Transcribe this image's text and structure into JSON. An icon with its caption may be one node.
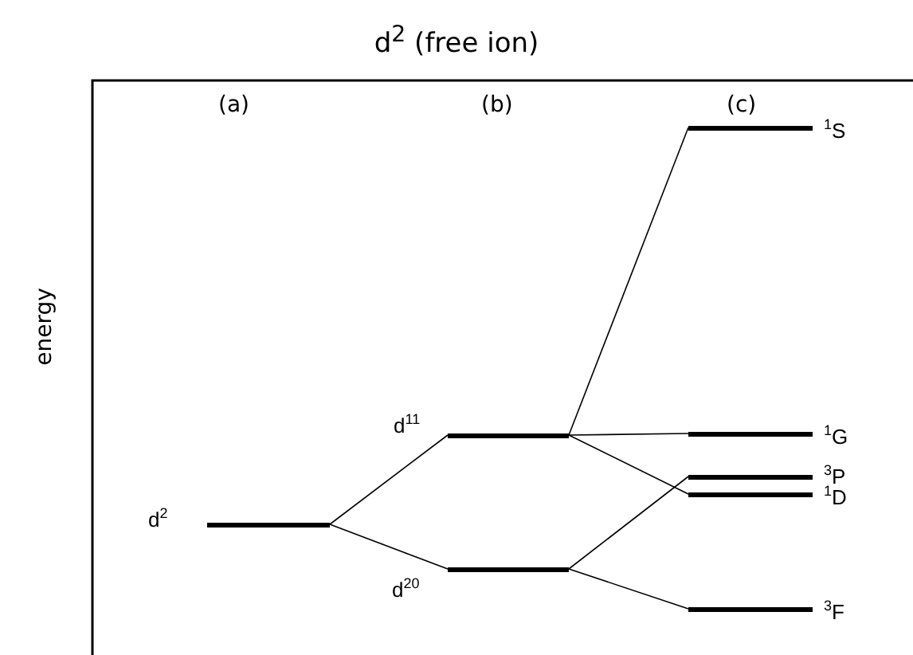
{
  "diagram": {
    "title": "d$^{2}$ (free ion)",
    "nodes": [
      {
        "text": [],
        "shape": "bar",
        "beside": [
          "d$^{2}$"
        ]
      },
      {
        "text": [],
        "shape": "bar",
        "beside": [
          "d$^{11}$"
        ]
      },
      {
        "text": [],
        "shape": "bar",
        "beside": [
          "d$^{20}$"
        ]
      },
      {
        "text": [],
        "shape": "bar",
        "beside": [
          "$^{1}$S"
        ]
      },
      {
        "text": [],
        "shape": "bar",
        "beside": [
          "$^{1}$G"
        ]
      },
      {
        "text": [],
        "shape": "bar",
        "beside": [
          "$^{3}$P"
        ]
      },
      {
        "text": [],
        "shape": "bar",
        "beside": [
          "$^{1}$D"
        ]
      },
      {
        "text": [],
        "shape": "bar",
        "beside": [
          "$^{3}$F"
        ]
      }
    ],
    "edges": [
      {
        "from": 0,
        "to": 1,
        "arrow": "none"
      },
      {
        "from": 0,
        "to": 2,
        "arrow": "none"
      },
      {
        "from": 1,
        "to": 3,
        "arrow": "none"
      },
      {
        "from": 1,
        "to": 4,
        "arrow": "none"
      },
      {
        "from": 1,
        "to": 6,
        "arrow": "none"
      },
      {
        "from": 2,
        "to": 5,
        "arrow": "none"
      },
      {
        "from": 2,
        "to": 7,
        "arrow": "none"
      }
    ],
    "labels": [
      "(a)",
      "(b)",
      "(c)",
      "energy"
    ]
  }
}
